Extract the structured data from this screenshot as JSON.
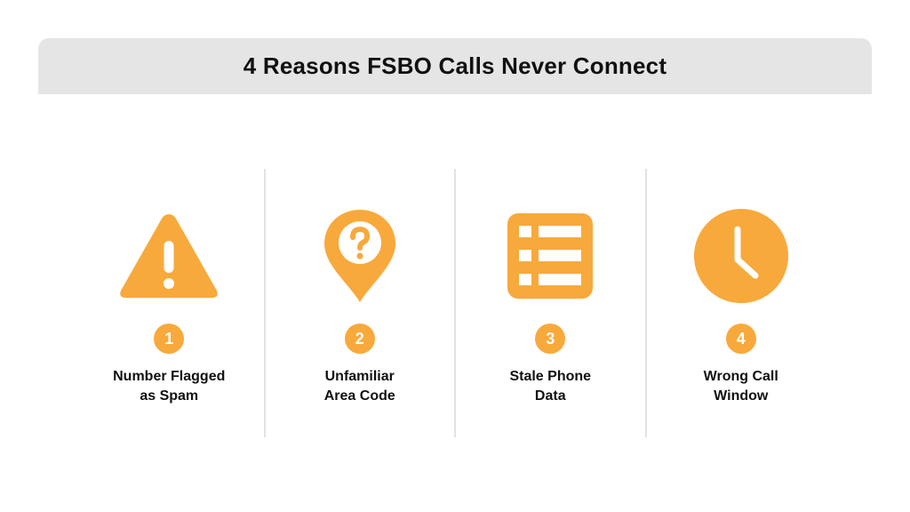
{
  "header": {
    "title": "4 Reasons FSBO Calls Never Connect"
  },
  "accent_color": "#f8a93b",
  "reasons": [
    {
      "number": "1",
      "label_line1": "Number Flagged",
      "label_line2": "as Spam",
      "icon": "warning-icon"
    },
    {
      "number": "2",
      "label_line1": "Unfamiliar",
      "label_line2": "Area Code",
      "icon": "location-question-icon"
    },
    {
      "number": "3",
      "label_line1": "Stale Phone",
      "label_line2": "Data",
      "icon": "list-table-icon"
    },
    {
      "number": "4",
      "label_line1": "Wrong Call",
      "label_line2": "Window",
      "icon": "clock-icon"
    }
  ]
}
